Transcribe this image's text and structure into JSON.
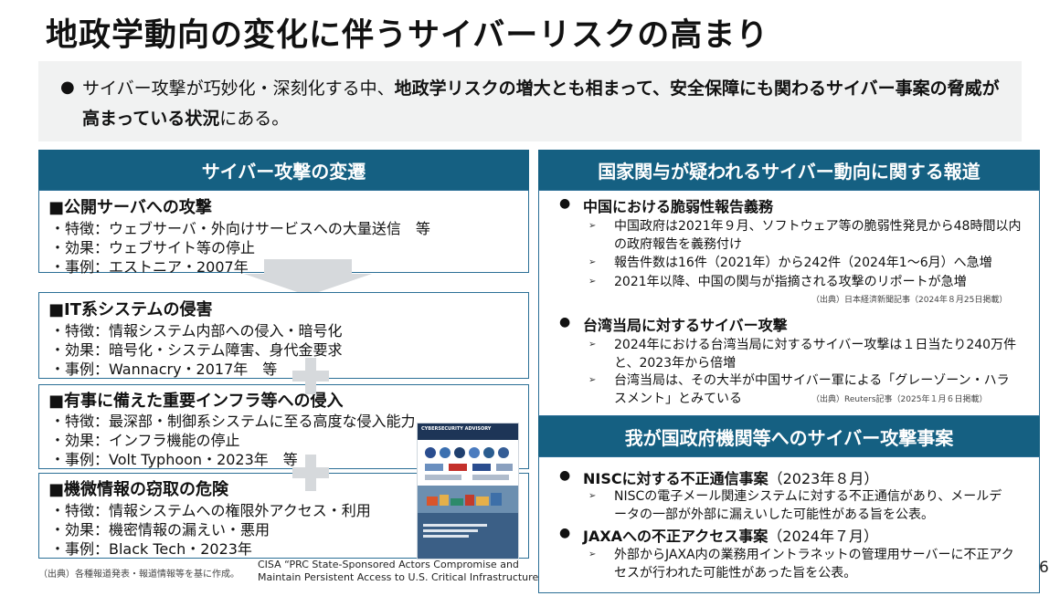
{
  "title": "地政学動向の変化に伴うサイバーリスクの高まり",
  "summary": {
    "part1": "サイバー攻撃が巧妙化・深刻化する中、",
    "bold": "地政学リスクの増大とも相まって、安全保障にも関わるサイバー事案の脅威が高まっている状況",
    "part2": "にある。"
  },
  "left": {
    "header": "サイバー攻撃の変遷",
    "items": [
      {
        "title": "■公開サーバへの攻撃",
        "lines": [
          "・特徴：ウェブサーバ・外向けサービスへの大量送信　等",
          "・効果：ウェブサイト等の停止",
          "・事例：エストニア・2007年"
        ]
      },
      {
        "title": "■IT系システムの侵害",
        "lines": [
          "・特徴：情報システム内部への侵入・暗号化",
          "・効果：暗号化・システム障害、身代金要求",
          "・事例：Wannacry・2017年　等"
        ]
      },
      {
        "title": "■有事に備えた重要インフラ等への侵入",
        "lines": [
          "・特徴：最深部・制御系システムに至る高度な侵入能力",
          "・効果：インフラ機能の停止",
          "・事例：Volt Typhoon・2023年　等"
        ]
      },
      {
        "title": "■機微情報の窃取の危険",
        "lines": [
          "・特徴：情報システムへの権限外アクセス・利用",
          "・効果：機密情報の漏えい・悪用",
          "・事例：Black Tech・2023年"
        ]
      }
    ],
    "source": "（出典）各種報道発表・報道情報等を基に作成。",
    "advisory_label": "CYBERSECURITY ADVISORY",
    "cisa_line1": "CISA “PRC State-Sponsored Actors Compromise and",
    "cisa_line2": "Maintain Persistent Access to U.S. Critical Infrastructure”"
  },
  "right_top": {
    "header": "国家関与が疑われるサイバー動向に関する報道",
    "sections": [
      {
        "title": "中国における脆弱性報告義務",
        "items": [
          "中国政府は2021年９月、ソフトウェア等の脆弱性発見から48時間以内の政府報告を義務付け",
          "報告件数は16件（2021年）から242件（2024年1～6月）へ急増",
          "2021年以降、中国の関与が指摘される攻撃のリポートが急増"
        ],
        "source": "（出典）日本経済新聞記事（2024年８月25日掲載）"
      },
      {
        "title": "台湾当局に対するサイバー攻撃",
        "items": [
          "2024年における台湾当局に対するサイバー攻撃は１日当たり240万件と、2023年から倍増",
          "台湾当局は、その大半が中国サイバー軍による「グレーゾーン・ハラスメント」とみている"
        ],
        "source": "（出典）Reuters記事（2025年１月６日掲載）"
      }
    ]
  },
  "right_bottom": {
    "header": "我が国政府機関等へのサイバー攻撃事案",
    "sections": [
      {
        "title_bold": "NISCに対する不正通信事案",
        "title_normal": "（2023年８月）",
        "items": [
          "NISCの電子メール関連システムに対する不正通信があり、メールデータの一部が外部に漏えいした可能性がある旨を公表。"
        ]
      },
      {
        "title_bold": "JAXAへの不正アクセス事案",
        "title_normal": "（2024年７月）",
        "items": [
          "外部からJAXA内の業務用イントラネットの管理用サーバーに不正アクセスが行われた可能性があった旨を公表。"
        ]
      }
    ]
  },
  "page_number": "6",
  "colors": {
    "header_bg": "#156082",
    "border": "#2b6f96",
    "summary_bg": "#f1f2f2"
  }
}
